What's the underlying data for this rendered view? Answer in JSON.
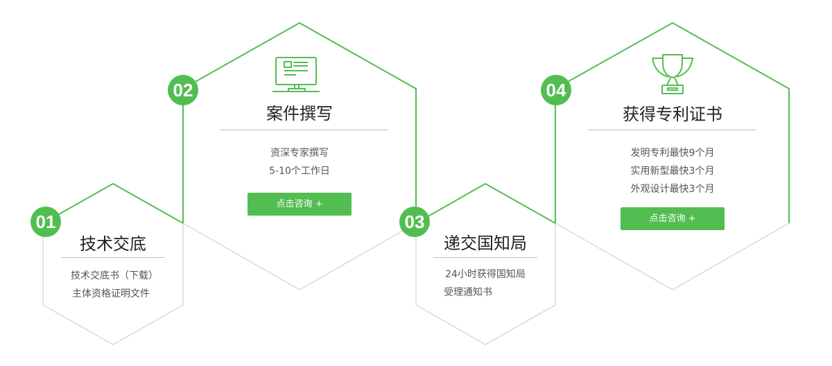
{
  "colors": {
    "accent": "#52be51",
    "line_gray": "#c8c8c8"
  },
  "steps": [
    {
      "number": "01",
      "title": "技术交底",
      "lines": [
        "技术交底书（下载）",
        "主体资格证明文件"
      ]
    },
    {
      "number": "02",
      "title": "案件撰写",
      "icon": "monitor-icon",
      "lines": [
        "资深专家撰写",
        "5-10个工作日"
      ],
      "button": "点击咨询 +"
    },
    {
      "number": "03",
      "title": "递交国知局",
      "lines": [
        "24小时获得国知局",
        "受理通知书"
      ]
    },
    {
      "number": "04",
      "title": "获得专利证书",
      "icon": "trophy-icon",
      "lines": [
        "发明专利最快9个月",
        "实用新型最快3个月",
        "外观设计最快3个月"
      ],
      "button": "点击咨询 +"
    }
  ]
}
